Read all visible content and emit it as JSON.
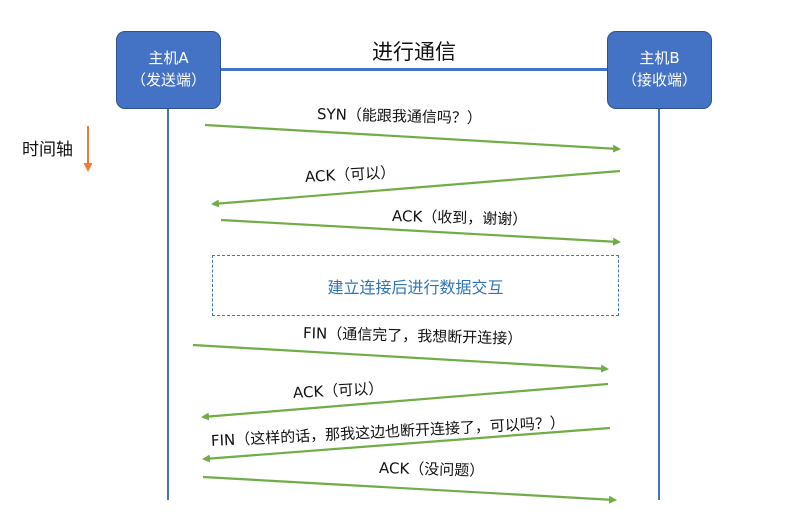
{
  "host_a": {
    "name": "主机A",
    "role": "（发送端）"
  },
  "host_b": {
    "name": "主机B",
    "role": "（接收端）"
  },
  "connection_label": "进行通信",
  "time_axis_label": "时间轴",
  "phase_box_label": "建立连接后进行数据交互",
  "messages": [
    {
      "id": "syn",
      "text": "SYN（能跟我通信吗？）",
      "direction": "A-to-B"
    },
    {
      "id": "ack-1",
      "text": "ACK（可以）",
      "direction": "B-to-A"
    },
    {
      "id": "ack-2",
      "text": "ACK（收到，谢谢）",
      "direction": "A-to-B"
    },
    {
      "id": "fin-1",
      "text": "FIN（通信完了，我想断开连接）",
      "direction": "A-to-B"
    },
    {
      "id": "ack-3",
      "text": "ACK（可以）",
      "direction": "B-to-A"
    },
    {
      "id": "fin-2",
      "text": "FIN（这样的话，那我这边也断开连接了，可以吗？）",
      "direction": "B-to-A"
    },
    {
      "id": "ack-4",
      "text": "ACK（没问题）",
      "direction": "A-to-B"
    }
  ],
  "colors": {
    "host_fill": "#4472c4",
    "message_arrow": "#70ad47",
    "time_arrow": "#ed7d31",
    "phase_text": "#2e75b6"
  }
}
